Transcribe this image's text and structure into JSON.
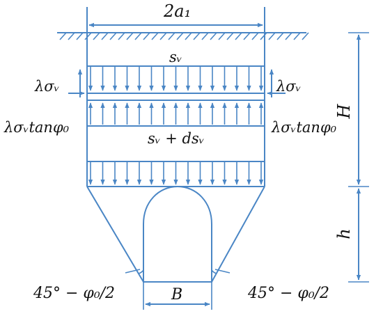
{
  "labels": {
    "width": "2a₁",
    "surcharge_top": "sᵥ",
    "lateral_left": "λσᵥ",
    "lateral_right": "λσᵥ",
    "friction_left": "λσᵥtanφ₀",
    "friction_right": "λσᵥtanφ₀",
    "surcharge_bottom": "sᵥ + dsᵥ",
    "height_total": "H",
    "height_tunnel": "h",
    "angle_left": "45° − φ₀/2",
    "angle_right": "45° − φ₀/2",
    "opening_width": "B"
  },
  "colors": {
    "line": "#4a86c5",
    "text": "#111111",
    "background": "#ffffff"
  }
}
